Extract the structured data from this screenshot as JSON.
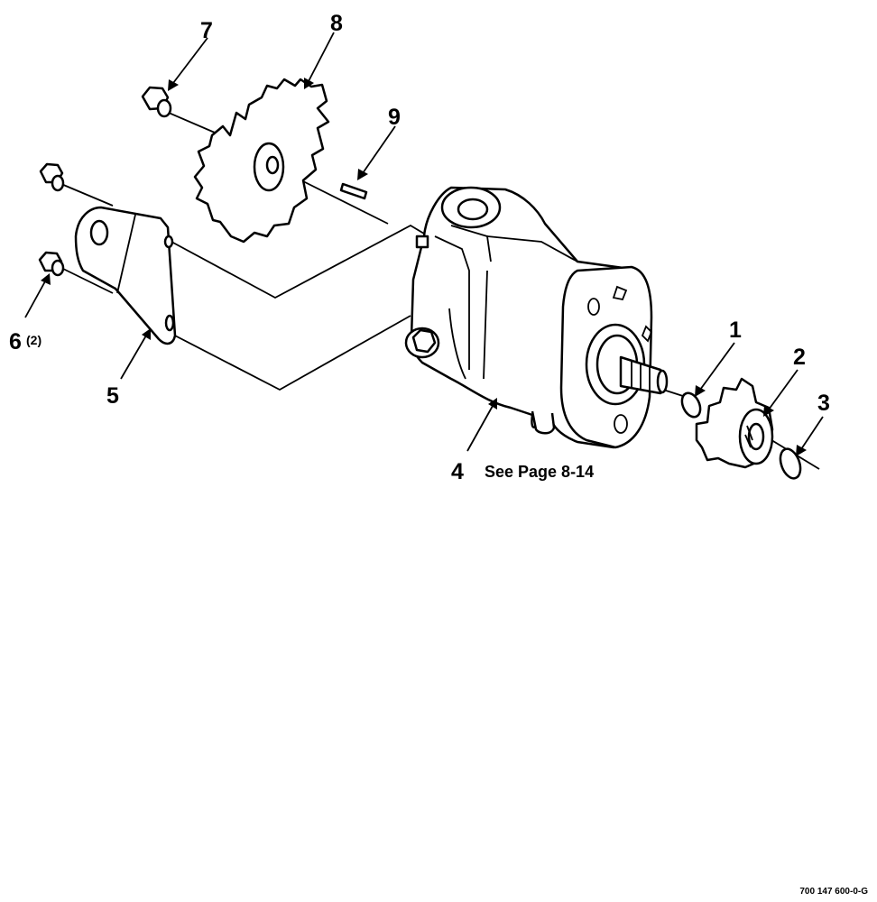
{
  "callouts": {
    "item1": "1",
    "item2": "2",
    "item3": "3",
    "item4": "4",
    "item4_note": "See Page 8-14",
    "item5": "5",
    "item6": "6",
    "item6_qty": "(2)",
    "item7": "7",
    "item8": "8",
    "item9": "9"
  },
  "figure_id": "700 147 600-0-G"
}
